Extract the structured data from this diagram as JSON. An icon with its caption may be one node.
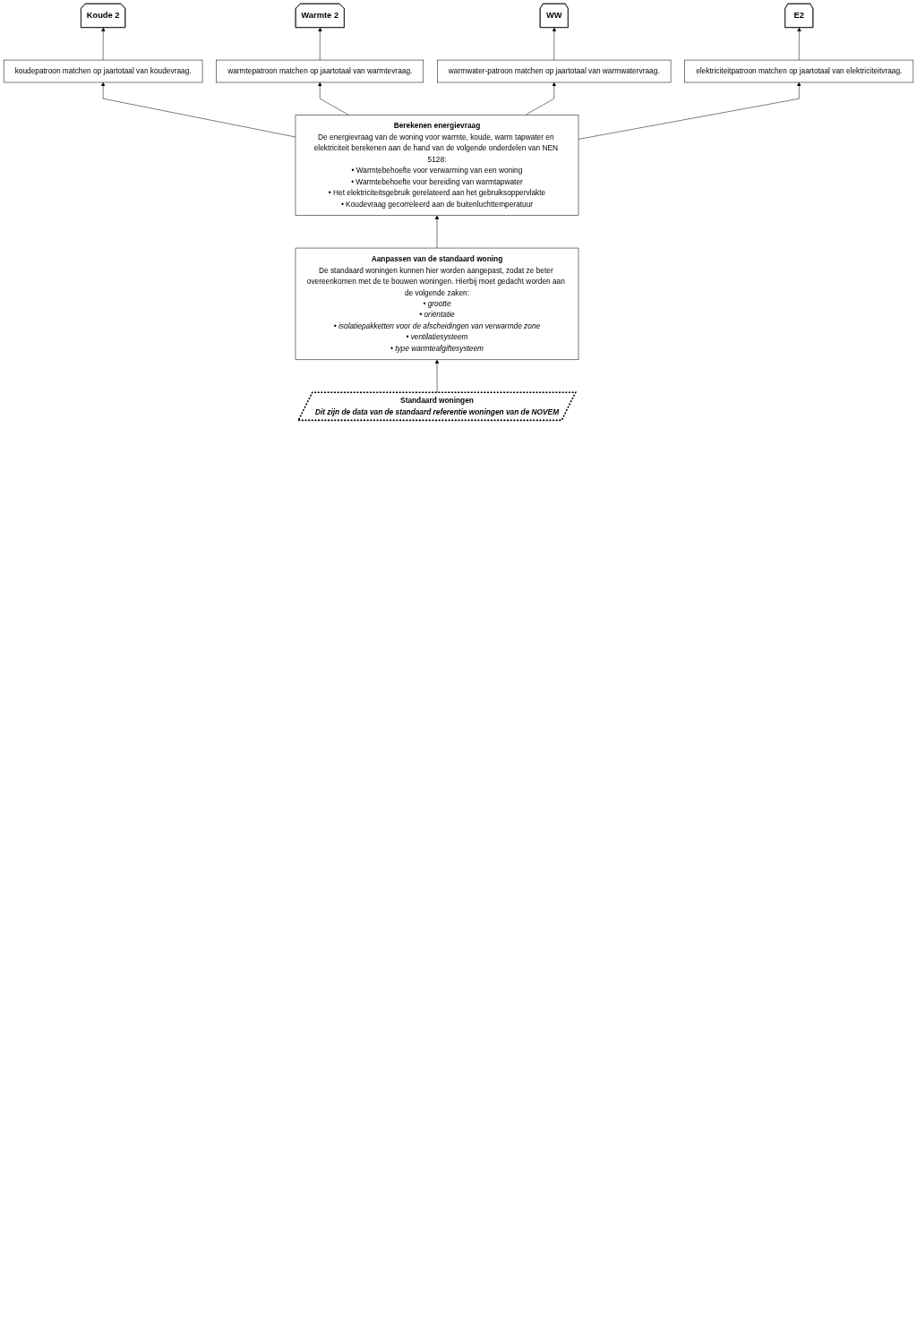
{
  "diagram": {
    "nodes": [
      {
        "text": [
          "Koude 2"
        ]
      },
      {
        "text": [
          "Warmte 2"
        ]
      },
      {
        "text": [
          "WW"
        ]
      },
      {
        "text": [
          "E2"
        ]
      },
      {
        "text": [
          "koudepatroon matchen op jaartotaal van koudevraag."
        ]
      },
      {
        "text": [
          "warmtepatroon matchen op jaartotaal van warmtevraag."
        ]
      },
      {
        "text": [
          "warmwater-patroon matchen op jaartotaal van warmwatervraag."
        ]
      },
      {
        "text": [
          "elektriciteitpatroon matchen op jaartotaal van elektriciteitvraag."
        ]
      },
      {
        "text": [
          "Berekenen energievraag",
          "De energievraag van de woning voor warmte, koude, warm tapwater en elektriciteit berekenen aan de hand van de volgende onderdelen van NEN 5128:",
          "• Warmtebehoefte voor verwarming van een woning",
          "• Warmtebehoefte voor bereiding van warmtapwater",
          "• Het elektriciteitsgebruik gerelateerd aan het gebruiksoppervlakte",
          "• Koudevraag gecorreleerd aan de buitenluchttemperatuur"
        ]
      },
      {
        "text": [
          "Aanpassen van de standaard woning",
          "De standaard woningen kunnen hier worden aangepast, zodat ze beter overeenkomen met de te bouwen woningen. Hierbij moet gedacht worden aan de volgende zaken:",
          "• grootte",
          "• oriëntatie",
          "• isolatiepakketten voor de afscheidingen van verwarmde zone",
          "• ventilatiesysteem",
          "• type warmteafgiftesysteem"
        ]
      },
      {
        "text": [
          "Standaard woningen",
          "Dit zijn de data van de standaard referentie woningen van de NOVEM"
        ]
      }
    ],
    "edges": [
      {
        "from": 4,
        "to": 0,
        "arrow": "to"
      },
      {
        "from": 5,
        "to": 1,
        "arrow": "to"
      },
      {
        "from": 6,
        "to": 2,
        "arrow": "to"
      },
      {
        "from": 7,
        "to": 3,
        "arrow": "to"
      },
      {
        "from": 8,
        "to": 4,
        "arrow": "to"
      },
      {
        "from": 8,
        "to": 5,
        "arrow": "to"
      },
      {
        "from": 8,
        "to": 6,
        "arrow": "to"
      },
      {
        "from": 8,
        "to": 7,
        "arrow": "to"
      },
      {
        "from": 9,
        "to": 8,
        "arrow": "to"
      },
      {
        "from": 10,
        "to": 9,
        "arrow": "to"
      }
    ]
  }
}
